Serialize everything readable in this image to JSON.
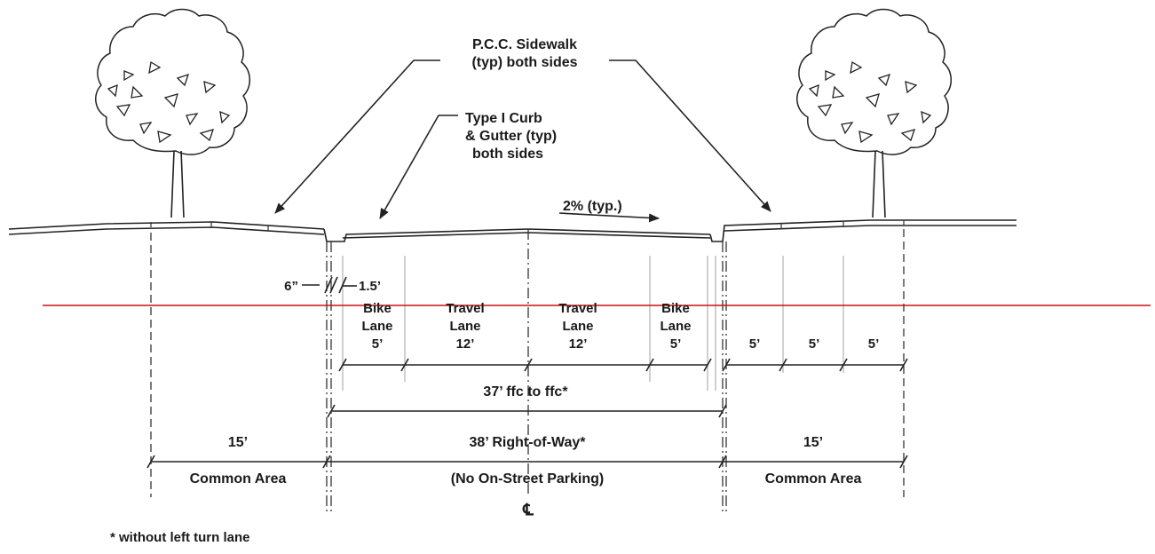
{
  "labels": {
    "sidewalk_line1": "P.C.C. Sidewalk",
    "sidewalk_line2": "(typ) both sides",
    "curb_line1": "Type I Curb",
    "curb_line2": "& Gutter (typ)",
    "curb_line3": "both sides",
    "slope": "2% (typ.)",
    "gutter_6in": "6”",
    "gutter_1_5ft": "1.5’",
    "bike_lane_left_line1": "Bike",
    "bike_lane_left_line2": "Lane",
    "bike_lane_left_width": "5’",
    "travel_lane_left_line1": "Travel",
    "travel_lane_left_line2": "Lane",
    "travel_lane_left_width": "12’",
    "travel_lane_right_line1": "Travel",
    "travel_lane_right_line2": "Lane",
    "travel_lane_right_width": "12’",
    "bike_lane_right_line1": "Bike",
    "bike_lane_right_line2": "Lane",
    "bike_lane_right_width": "5’",
    "right_seg_1": "5’",
    "right_seg_2": "5’",
    "right_seg_3": "5’",
    "ffc": "37’ ffc to ffc*",
    "left_common_width": "15’",
    "left_common_label": "Common Area",
    "row_width": "38’ Right-of-Way*",
    "row_note": "(No On-Street Parking)",
    "right_common_width": "15’",
    "right_common_label": "Common Area",
    "centerline": "℄",
    "footnote": "* without left turn lane"
  }
}
